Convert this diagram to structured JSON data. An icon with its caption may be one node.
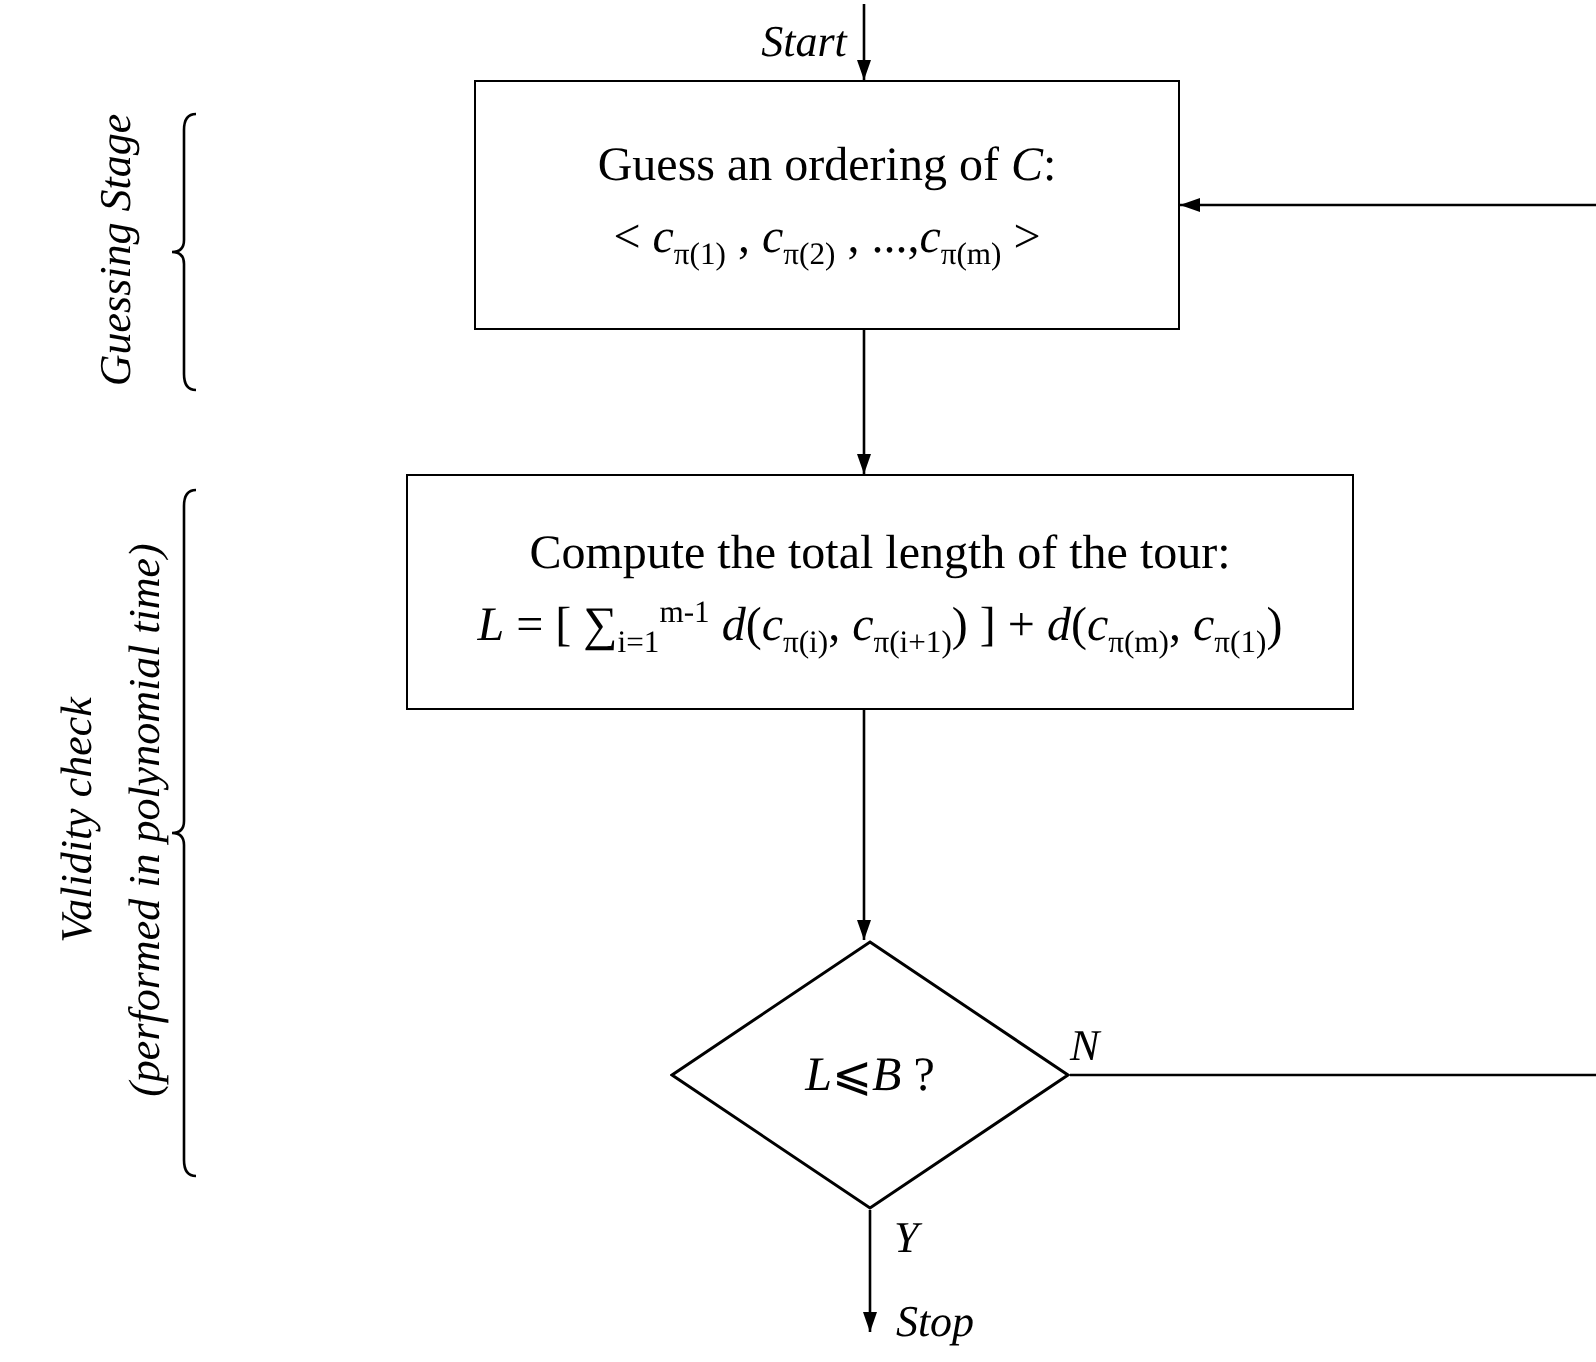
{
  "diagram": {
    "nodes": [
      {
        "text": [
          "Start"
        ]
      },
      {
        "text": [
          "Guess an ordering of *C*:",
          "< *c*$_{π(1)}$ , *c*$_{π(2)}$ , ...,*c*$_{π(m)}$ >"
        ]
      },
      {
        "text": [
          "Compute the total length of the tour:",
          "*L* = [ ∑$_{i=1}$$^{m-1}$ *d*(*c*$_{π(i)}$, *c*$_{π(i+1)}$) ] + *d*(*c*$_{π(m)}$, *c*$_{π(1)}$)"
        ]
      },
      {
        "text": [
          "*L*⩽*B*  ?"
        ]
      },
      {
        "text": [
          "Stop"
        ]
      }
    ],
    "edges": [
      {
        "from": 0,
        "to": 1,
        "arrow": "to"
      },
      {
        "from": 1,
        "to": 2,
        "arrow": "to"
      },
      {
        "from": 2,
        "to": 3,
        "arrow": "to"
      },
      {
        "from": 3,
        "to": 4,
        "arrow": "to",
        "label": "Y"
      },
      {
        "from": 3,
        "to": null,
        "arrow": "none",
        "label": "N"
      },
      {
        "from": null,
        "to": 1,
        "arrow": "to"
      }
    ],
    "labels": [
      "Guessing Stage",
      "Validity check",
      "(performed in polynomial time)"
    ]
  }
}
